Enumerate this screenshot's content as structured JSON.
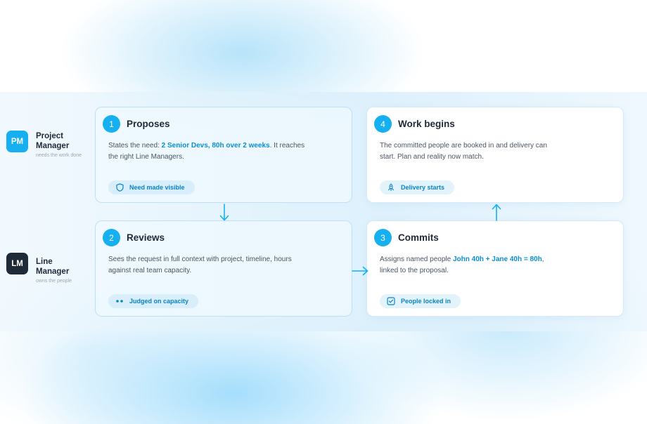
{
  "roles": {
    "pm": {
      "badge": "PM",
      "name": "Project Manager",
      "sub": "needs the work done"
    },
    "lm": {
      "badge": "LM",
      "name": "Line Manager",
      "sub": "owns the people"
    }
  },
  "steps": [
    {
      "num": "1",
      "title": "Proposes",
      "body": {
        "pre": "States the need: ",
        "hl": "2 Senior Devs, 80h over 2 weeks",
        "post": ". It reaches the right Line Managers."
      },
      "pill": {
        "icon": "shield-icon",
        "label": "Need made visible"
      }
    },
    {
      "num": "2",
      "title": "Reviews",
      "body": {
        "pre": "Sees the request in full context with project, timeline, hours against real team capacity.",
        "hl": "",
        "post": ""
      },
      "pill": {
        "icon": "dots-icon",
        "label": "Judged on capacity"
      }
    },
    {
      "num": "3",
      "title": "Commits",
      "body": {
        "pre": "Assigns named people ",
        "hl": "John 40h + Jane 40h = 80h",
        "post": ", linked to the proposal."
      },
      "pill": {
        "icon": "checkbox-icon",
        "label": "People locked in"
      }
    },
    {
      "num": "4",
      "title": "Work begins",
      "body": {
        "pre": "The committed people are booked in and delivery can start. Plan and reality now match.",
        "hl": "",
        "post": ""
      },
      "pill": {
        "icon": "rocket-icon",
        "label": "Delivery starts"
      }
    }
  ],
  "colors": {
    "accent": "#16b0f0",
    "highlight": "#0b8fd0",
    "lm_badge": "#1f2a37"
  }
}
